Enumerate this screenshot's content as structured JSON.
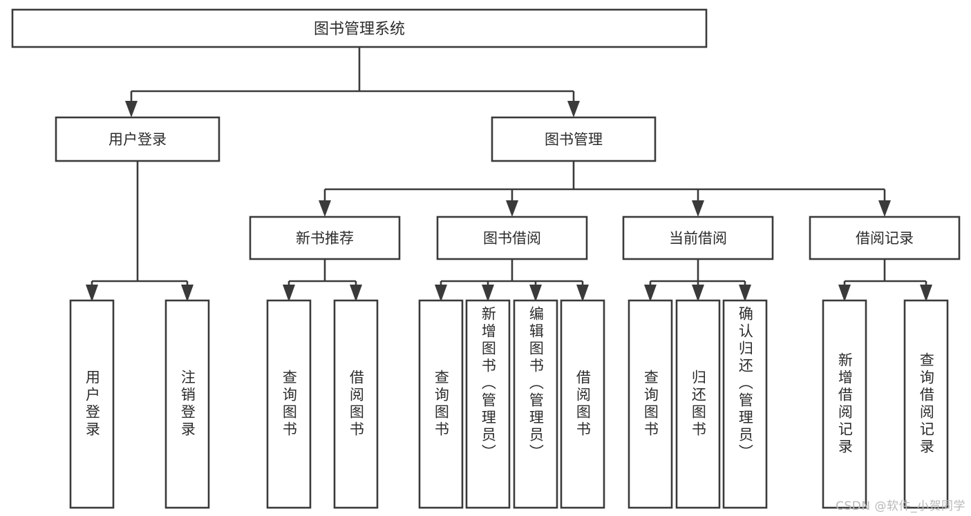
{
  "diagram": {
    "title": "图书管理系统",
    "type": "tree",
    "orientation": "top-down",
    "colors": {
      "box_stroke": "#3a3a3a",
      "box_fill": "#ffffff",
      "text": "#2b2b2b",
      "canvas": "#ffffff",
      "watermark": "#b8b8b8"
    },
    "root": {
      "label": "图书管理系统"
    },
    "level2": [
      {
        "label": "用户登录"
      },
      {
        "label": "图书管理"
      }
    ],
    "level3": [
      {
        "label": "新书推荐"
      },
      {
        "label": "图书借阅"
      },
      {
        "label": "当前借阅"
      },
      {
        "label": "借阅记录"
      }
    ],
    "leaves": {
      "user_login": [
        {
          "label": "用户登录"
        },
        {
          "label": "注销登录"
        }
      ],
      "new_book_recommend": [
        {
          "label": "查询图书"
        },
        {
          "label": "借阅图书"
        }
      ],
      "book_borrow": [
        {
          "label": "查询图书"
        },
        {
          "label": "新增图书（管理员）"
        },
        {
          "label": "编辑图书（管理员）"
        },
        {
          "label": "借阅图书"
        }
      ],
      "current_borrow": [
        {
          "label": "查询图书"
        },
        {
          "label": "归还图书"
        },
        {
          "label": "确认归还（管理员）"
        }
      ],
      "borrow_record": [
        {
          "label": "新增借阅记录"
        },
        {
          "label": "查询借阅记录"
        }
      ]
    }
  },
  "watermark": {
    "text": "CSDN @软件_小贺同学"
  }
}
